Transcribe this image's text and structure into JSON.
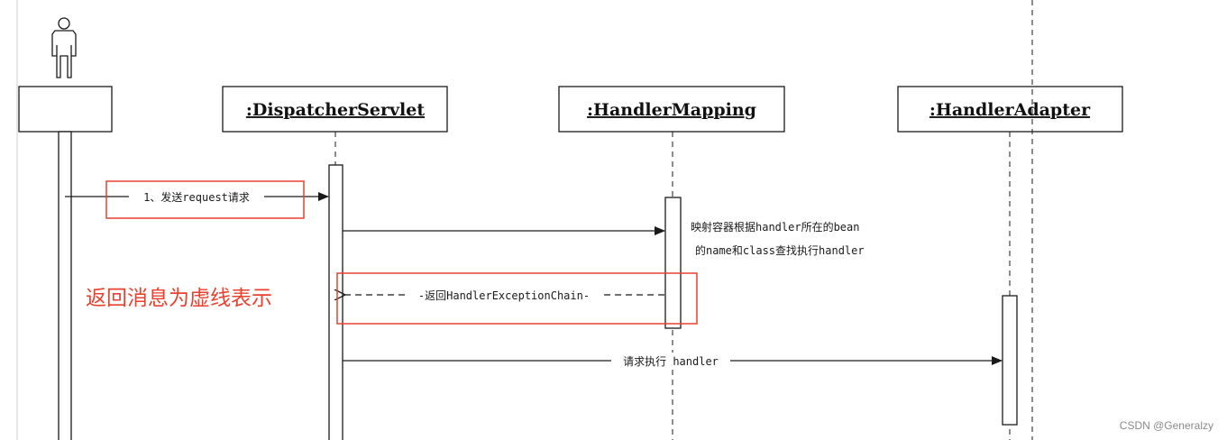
{
  "participants": {
    "actor_box": "",
    "dispatcher": ":DispatcherServlet",
    "handler_mapping": ":HandlerMapping",
    "handler_adapter": ":HandlerAdapter"
  },
  "messages": {
    "send_request": "1、发送request请求",
    "return_chain": "-返回HandlerExceptionChain-",
    "execute_handler": "请求执行 handler"
  },
  "notes": {
    "mapping_line1": "映射容器根据handler所在的bean",
    "mapping_line2": "的name和class查找执行handler",
    "return_annotation": "返回消息为虚线表示"
  },
  "watermark": "CSDN @Generalzy",
  "colors": {
    "annotation_red": "#e8412e",
    "line": "#1a1a1a"
  }
}
